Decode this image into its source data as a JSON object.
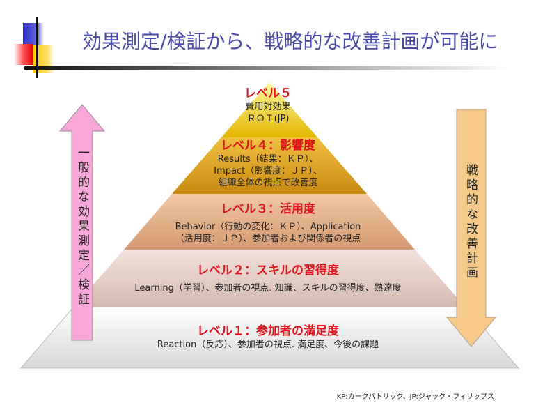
{
  "title": "効果測定/検証から、戦略的な改善計画が可能に",
  "pyramid": {
    "level5": {
      "heading": "レベル５",
      "lines": [
        "費用対効果",
        "ＲＯＩ(JP)"
      ],
      "color": "#f2cf10"
    },
    "level4": {
      "heading": "レベル４：影響度",
      "lines": [
        "Results（結果：ＫＰ）、",
        "Impact（影響度：ＪＰ）、",
        "組織全体の視点で改善度"
      ],
      "color": "#e2a520"
    },
    "level3": {
      "heading": "レベル３：活用度",
      "lines": [
        "Behavior（行動の変化：ＫＰ）、Application",
        "（活用度：ＪＰ）、参加者および関係者の視点"
      ],
      "color": "#e4b28a"
    },
    "level2": {
      "heading": "レベル２：スキルの習得度",
      "lines": [
        "Learning（学習）、参加者の視点. 知識、スキルの習得度、熟達度"
      ],
      "color": "#e6d0c8"
    },
    "level1": {
      "heading": "レベル１：参加者の満足度",
      "lines": [
        "Reaction（反応）、参加者の視点. 満足度、今後の課題"
      ],
      "color": "#f2f2f2"
    }
  },
  "left_arrow": {
    "label": "一般的な効果測定／検証",
    "color": "#f7a8d8"
  },
  "right_arrow": {
    "label": "戦略的な改善計画",
    "color": "#f6c98a"
  },
  "footnote": "KP:カークパトリック、JP:ジャック・フィリップス"
}
